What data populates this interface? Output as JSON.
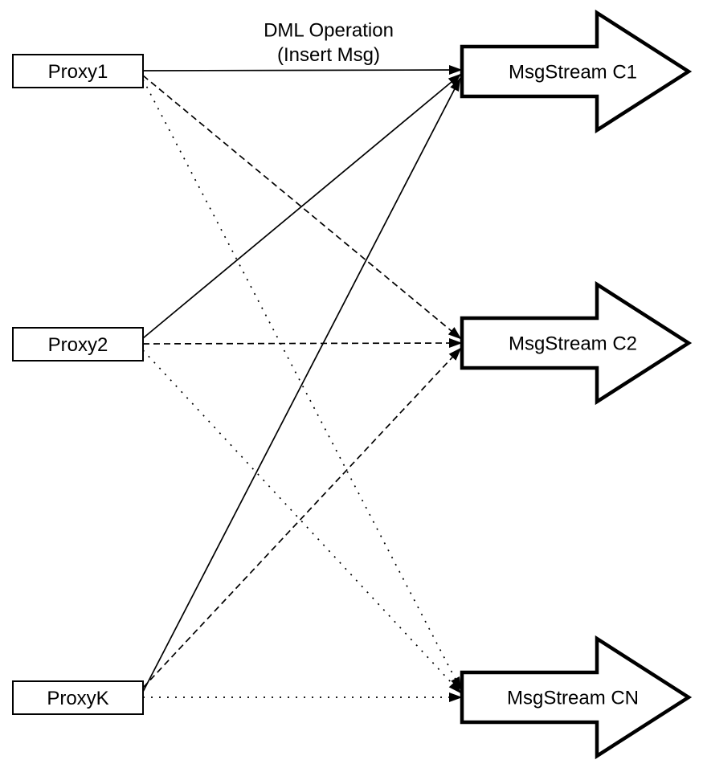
{
  "diagram": {
    "title": {
      "line1": "DML Operation",
      "line2": "(Insert Msg)"
    },
    "proxies": [
      {
        "id": "proxy1",
        "label": "Proxy1"
      },
      {
        "id": "proxy2",
        "label": "Proxy2"
      },
      {
        "id": "proxyk",
        "label": "ProxyK"
      }
    ],
    "streams": [
      {
        "id": "msgstream-c1",
        "label": "MsgStream C1"
      },
      {
        "id": "msgstream-c2",
        "label": "MsgStream C2"
      },
      {
        "id": "msgstream-cn",
        "label": "MsgStream CN"
      }
    ],
    "edges": [
      {
        "from": "Proxy1",
        "to": "MsgStream C1",
        "style": "solid"
      },
      {
        "from": "Proxy1",
        "to": "MsgStream C2",
        "style": "dashed"
      },
      {
        "from": "Proxy1",
        "to": "MsgStream CN",
        "style": "dotted"
      },
      {
        "from": "Proxy2",
        "to": "MsgStream C1",
        "style": "solid"
      },
      {
        "from": "Proxy2",
        "to": "MsgStream C2",
        "style": "dashed"
      },
      {
        "from": "Proxy2",
        "to": "MsgStream CN",
        "style": "dotted"
      },
      {
        "from": "ProxyK",
        "to": "MsgStream C1",
        "style": "solid"
      },
      {
        "from": "ProxyK",
        "to": "MsgStream C2",
        "style": "dashed"
      },
      {
        "from": "ProxyK",
        "to": "MsgStream CN",
        "style": "dotted"
      }
    ],
    "colors": {
      "stroke": "#000000",
      "fill": "#ffffff",
      "background": "#ffffff"
    }
  }
}
